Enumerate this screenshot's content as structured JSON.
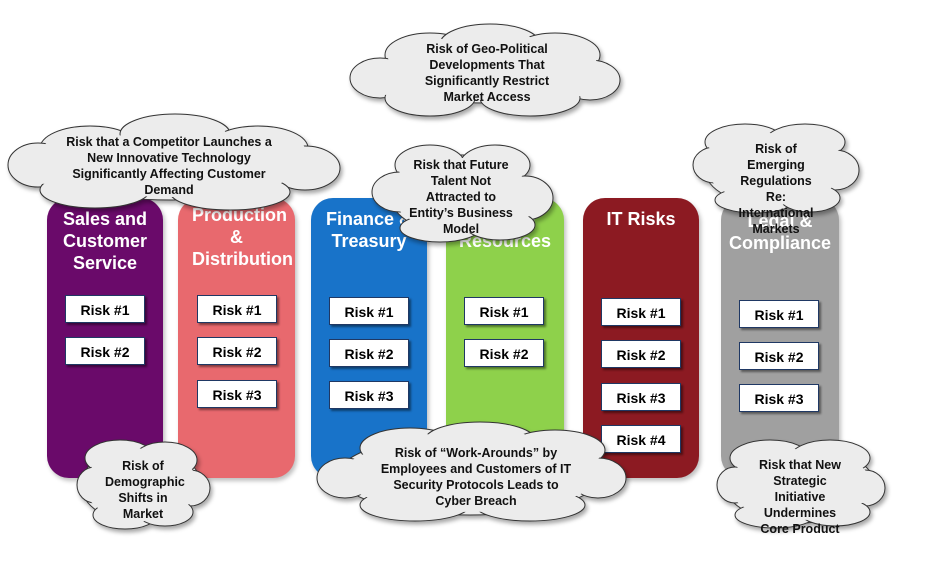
{
  "pillars": [
    {
      "title": "Sales and Customer Service",
      "color": "#6a0a6a",
      "risks": [
        "Risk #1",
        "Risk #2"
      ]
    },
    {
      "title": "Production & Distribution",
      "color": "#e8696e",
      "risks": [
        "Risk #1",
        "Risk #2",
        "Risk #3"
      ]
    },
    {
      "title": "Finance & Treasury",
      "color": "#1873c9",
      "risks": [
        "Risk #1",
        "Risk #2",
        "Risk #3"
      ]
    },
    {
      "title": "Human Resources",
      "color": "#8ed14b",
      "risks": [
        "Risk #1",
        "Risk #2"
      ]
    },
    {
      "title": "IT Risks",
      "color": "#8c1a22",
      "risks": [
        "Risk #1",
        "Risk #2",
        "Risk #3",
        "Risk #4"
      ]
    },
    {
      "title": "Legal & Compliance",
      "color": "#a0a0a0",
      "risks": [
        "Risk #1",
        "Risk #2",
        "Risk #3"
      ]
    }
  ],
  "clouds": {
    "geo_political": "Risk of Geo-Political Developments That Significantly Restrict Market Access",
    "competitor": "Risk that a Competitor Launches a New Innovative Technology Significantly Affecting Customer Demand",
    "talent": "Risk that Future Talent Not Attracted to Entity’s Business Model",
    "regulations": "Risk of Emerging Regulations Re: International Markets",
    "demographic": "Risk of Demographic Shifts in Market",
    "workarounds": "Risk of “Work-Arounds” by Employees and Customers of IT Security Protocols Leads to Cyber Breach",
    "strategic": "Risk that New Strategic Initiative Undermines Core Product"
  }
}
